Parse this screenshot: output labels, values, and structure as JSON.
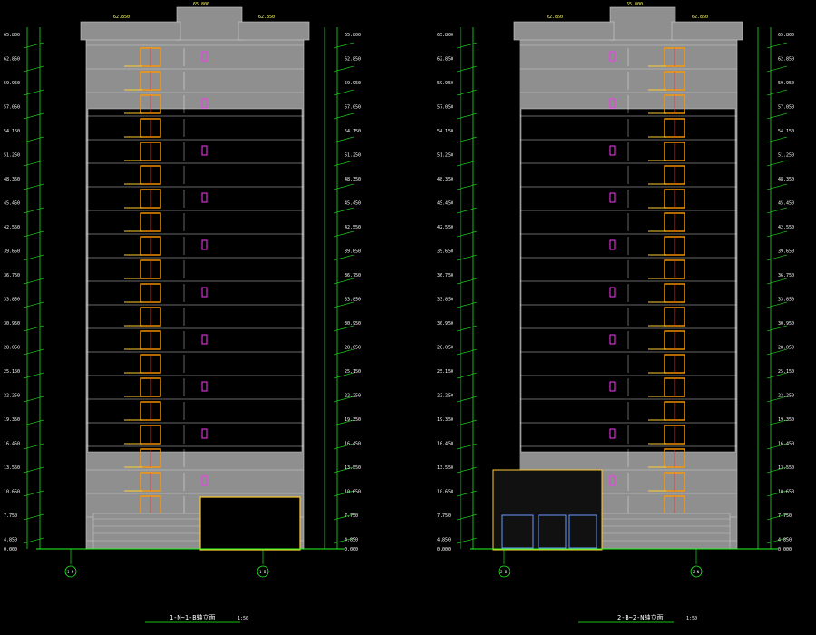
{
  "colors": {
    "background": "#000000",
    "facade": "#8f8f8f",
    "facade_edge": "#cfcfcf",
    "window_orange": "#ff9900",
    "window_red": "#ff2a2a",
    "accent_magenta": "#ff33ff",
    "dimension_green": "#22ff22",
    "text_white": "#ffffff",
    "text_yellow": "#ffff66",
    "balcony_yellow": "#ffcc33",
    "glass_blue": "#6699ff"
  },
  "levels": [
    "65.800",
    "62.850",
    "59.950",
    "57.050",
    "54.150",
    "51.250",
    "48.350",
    "45.450",
    "42.550",
    "39.650",
    "36.750",
    "33.850",
    "30.950",
    "28.050",
    "25.150",
    "22.250",
    "19.350",
    "16.450",
    "13.550",
    "10.650",
    "7.750",
    "4.850",
    "0.000"
  ],
  "elevations": [
    {
      "id": "left",
      "caption": "1-N~1-B轴立面",
      "scale": "1:50",
      "axis_left": "1-N",
      "axis_right": "1-B",
      "top_mark_center": "65.800",
      "top_mark_left": "62.850",
      "top_mark_right": "62.850"
    },
    {
      "id": "right",
      "caption": "2-B~2-N轴立面",
      "scale": "1:50",
      "axis_left": "2-B",
      "axis_right": "2-N",
      "top_mark_center": "65.800",
      "top_mark_left": "62.850",
      "top_mark_right": "62.850"
    }
  ]
}
